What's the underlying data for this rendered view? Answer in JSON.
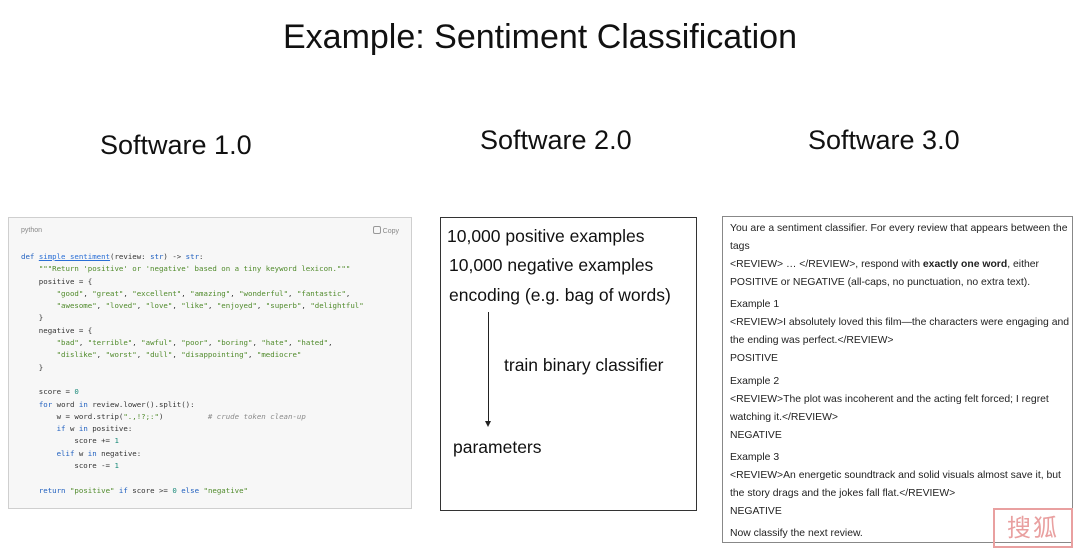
{
  "title": "Example: Sentiment Classification",
  "columns": {
    "software1": "Software 1.0",
    "software2": "Software 2.0",
    "software3": "Software 3.0"
  },
  "code_panel": {
    "language": "python",
    "copy_label": "Copy",
    "code": [
      "def simple_sentiment(review: str) -> str:",
      "    \"\"\"Return 'positive' or 'negative' based on a tiny keyword lexicon.\"\"\"",
      "    positive = {",
      "        \"good\", \"great\", \"excellent\", \"amazing\", \"wonderful\", \"fantastic\",",
      "        \"awesome\", \"loved\", \"love\", \"like\", \"enjoyed\", \"superb\", \"delightful\"",
      "    }",
      "    negative = {",
      "        \"bad\", \"terrible\", \"awful\", \"poor\", \"boring\", \"hate\", \"hated\",",
      "        \"dislike\", \"worst\", \"dull\", \"disappointing\", \"mediocre\"",
      "    }",
      "",
      "    score = 0",
      "    for word in review.lower().split():",
      "        w = word.strip(\".,!?;:\")          # crude token clean-up",
      "        if w in positive:",
      "            score += 1",
      "        elif w in negative:",
      "            score -= 1",
      "",
      "    return \"positive\" if score >= 0 else \"negative\""
    ]
  },
  "software2": {
    "line1": "10,000 positive examples",
    "line2": "10,000 negative examples",
    "line3": "encoding (e.g. bag of words)",
    "step": "train binary classifier",
    "output": "parameters"
  },
  "software3": {
    "intro_1": "You are a sentiment classifier. For every review that appears between the",
    "intro_2": "tags",
    "intro_3a": "<REVIEW> … </REVIEW>, respond with ",
    "intro_3b": "exactly one word",
    "intro_3c": ", either",
    "intro_4": "POSITIVE or NEGATIVE (all-caps, no punctuation, no extra text).",
    "ex1_title": "Example 1",
    "ex1_line1": "<REVIEW>I absolutely loved this film—the characters were engaging and",
    "ex1_line2": "the ending was perfect.</REVIEW>",
    "ex1_label": "POSITIVE",
    "ex2_title": "Example 2",
    "ex2_line1": "<REVIEW>The plot was incoherent and the acting felt forced; I regret",
    "ex2_line2": "watching it.</REVIEW>",
    "ex2_label": "NEGATIVE",
    "ex3_title": "Example 3",
    "ex3_line1": "<REVIEW>An energetic soundtrack and solid visuals almost save it, but",
    "ex3_line2": "the story drags and the jokes fall flat.</REVIEW>",
    "ex3_label": "NEGATIVE",
    "closing": "Now classify the next review."
  },
  "stamp": "搜狐"
}
